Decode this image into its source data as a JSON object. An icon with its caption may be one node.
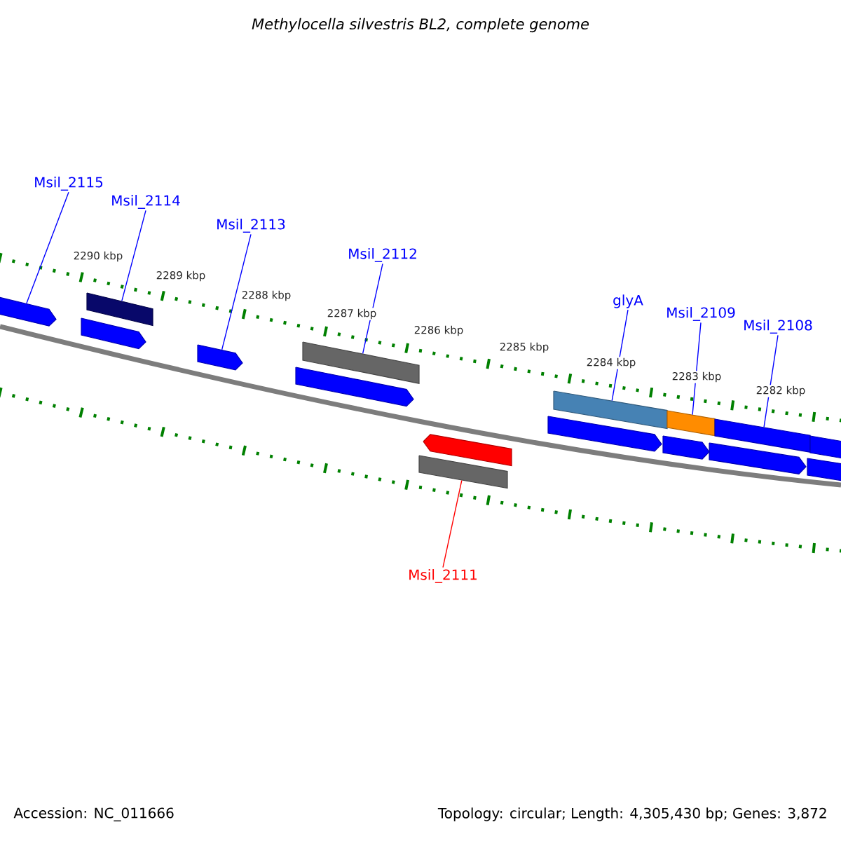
{
  "diagram": {
    "title": "Methylocella silvestris BL2, complete genome",
    "nodes": [
      {
        "text": [
          "Msil_2115"
        ]
      },
      {
        "text": [
          "Msil_2114"
        ]
      },
      {
        "text": [
          "Msil_2113"
        ]
      },
      {
        "text": [
          "Msil_2112"
        ]
      },
      {
        "text": [
          "glyA"
        ]
      },
      {
        "text": [
          "Msil_2109"
        ]
      },
      {
        "text": [
          "Msil_2108"
        ]
      },
      {
        "text": [
          "Msil_2111"
        ]
      },
      {
        "text": [],
        "shape": "bar"
      },
      {
        "text": [],
        "shape": "bar"
      },
      {
        "text": [],
        "shape": "bar"
      },
      {
        "text": [],
        "shape": "bar"
      },
      {
        "text": [],
        "shape": "bar"
      },
      {
        "text": [],
        "shape": "bar"
      },
      {
        "text": [],
        "shape": "bar"
      },
      {
        "text": [],
        "shape": "bar"
      },
      {
        "text": [],
        "shape": "bar"
      },
      {
        "text": [],
        "shape": "bar"
      },
      {
        "text": [],
        "shape": "bar"
      },
      {
        "text": [],
        "shape": "bar"
      },
      {
        "text": [],
        "shape": "bar"
      },
      {
        "text": [],
        "shape": "bar"
      },
      {
        "text": [],
        "shape": "bar"
      },
      {
        "text": [],
        "shape": "bar"
      }
    ],
    "edges": [
      {
        "from": 0,
        "to": 8,
        "arrow": "none"
      },
      {
        "from": 1,
        "to": 9,
        "arrow": "none"
      },
      {
        "from": 2,
        "to": 11,
        "arrow": "none"
      },
      {
        "from": 3,
        "to": 12,
        "arrow": "none"
      },
      {
        "from": 4,
        "to": 14,
        "arrow": "none"
      },
      {
        "from": 5,
        "to": 15,
        "arrow": "none"
      },
      {
        "from": 6,
        "to": 16,
        "arrow": "none"
      },
      {
        "from": 7,
        "to": 23,
        "arrow": "none",
        "color": "#ff0000"
      }
    ],
    "labels": [
      "2290 kbp",
      "2289 kbp",
      "2288 kbp",
      "2287 kbp",
      "2286 kbp",
      "2285 kbp",
      "2284 kbp",
      "2283 kbp",
      "2282 kbp",
      "Accession: NC_011666",
      "Topology: circular; Length: 4,305,430 bp; Genes: 3,872"
    ]
  }
}
